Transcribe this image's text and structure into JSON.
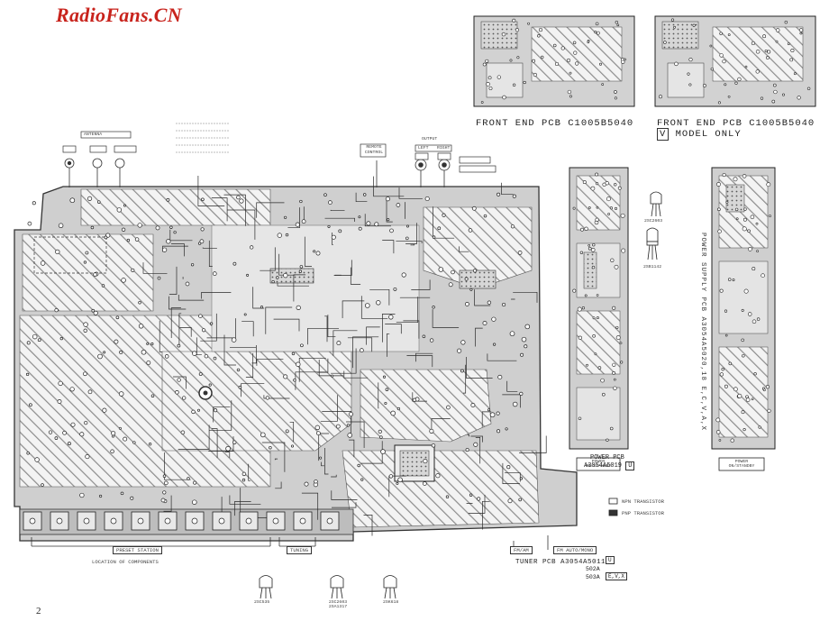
{
  "watermark": "RadioFans.CN",
  "page_number": "2",
  "front_end_pcb_left": "FRONT END PCB C1005B5040",
  "front_end_pcb_right": "FRONT END PCB C1005B5040",
  "v_model": "V",
  "v_model_only": "MODEL ONLY",
  "power_pcb": "POWER PCB",
  "power_pcb_number": "A3054A5019",
  "power_pcb_variant": "U",
  "power_supply_pcb": "POWER SUPPLY PCB A3054A5020,18 E,C,V,A,X",
  "power_switch_left": "POWER ON/STANDBY",
  "power_switch_right": "POWER ON/STANDBY",
  "tuner_pcb": "TUNER PCB A3054A5011",
  "tuner_pcb_variants": [
    "U",
    "502A",
    "503A",
    "E,V,X"
  ],
  "npn_label": "NPN TRANSISTOR",
  "pnp_label": "PNP TRANSISTOR",
  "preset_station": "PRESET STATION",
  "tuning": "TUNING",
  "fm_am": "FM/AM",
  "fm_auto_mono": "FM AUTO/MONO",
  "location_title": "LOCATION OF COMPONENTS",
  "antenna_label": "ANTENNA",
  "remote_control": "REMOTE CONTROL",
  "output_label": "OUTPUT",
  "left": "LEFT",
  "right": "RIGHT",
  "transistor_codes": [
    "2SC2603",
    "2SB1142",
    "2SC535",
    "2SC2603 2SA1317",
    "2SK618"
  ]
}
